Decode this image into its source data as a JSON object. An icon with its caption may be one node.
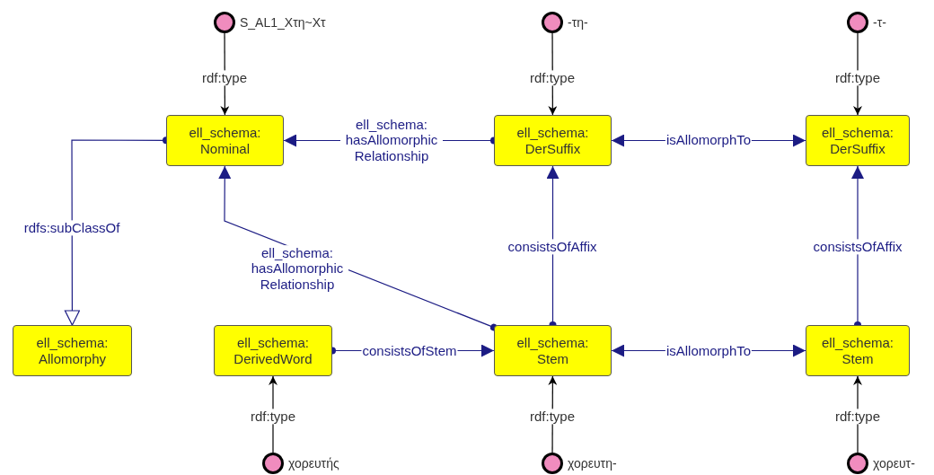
{
  "diagram": {
    "nodes": [
      {
        "text": [],
        "shape": "circle",
        "beside": [
          "S_AL1_Χτη~Χτ"
        ]
      },
      {
        "text": [],
        "shape": "circle",
        "beside": [
          "-τη-"
        ]
      },
      {
        "text": [],
        "shape": "circle",
        "beside": [
          "-τ-"
        ]
      },
      {
        "text": [
          "ell_schema: Nominal"
        ]
      },
      {
        "text": [
          "ell_schema: DerSuffix"
        ]
      },
      {
        "text": [
          "ell_schema: DerSuffix"
        ]
      },
      {
        "text": [
          "ell_schema: Allomorphy"
        ]
      },
      {
        "text": [
          "ell_schema: DerivedWord"
        ]
      },
      {
        "text": [
          "ell_schema: Stem"
        ]
      },
      {
        "text": [
          "ell_schema: Stem"
        ]
      },
      {
        "text": [],
        "shape": "circle",
        "beside": [
          "χορευτής"
        ]
      },
      {
        "text": [],
        "shape": "circle",
        "beside": [
          "χορευτη-"
        ]
      },
      {
        "text": [],
        "shape": "circle",
        "beside": [
          "χορευτ-"
        ]
      }
    ],
    "edges": [
      {
        "from": 0,
        "to": 3,
        "arrow": "to",
        "label": "rdf:type",
        "color": "#000000"
      },
      {
        "from": 1,
        "to": 4,
        "arrow": "to",
        "label": "rdf:type",
        "color": "#000000"
      },
      {
        "from": 2,
        "to": 5,
        "arrow": "to",
        "label": "rdf:type",
        "color": "#000000"
      },
      {
        "from": 4,
        "to": 3,
        "arrow": "to",
        "label": "ell_schema: hasAllomorphic Relationship"
      },
      {
        "from": 4,
        "to": 5,
        "arrow": "both",
        "label": "isAllomorphTo"
      },
      {
        "from": 3,
        "to": 6,
        "arrow": "to",
        "label": "rdfs:subClassOf"
      },
      {
        "from": 8,
        "to": 3,
        "arrow": "to",
        "label": "ell_schema: hasAllomorphic Relationship"
      },
      {
        "from": 8,
        "to": 4,
        "arrow": "to",
        "label": "consistsOfAffix"
      },
      {
        "from": 9,
        "to": 5,
        "arrow": "to",
        "label": "consistsOfAffix"
      },
      {
        "from": 7,
        "to": 8,
        "arrow": "to",
        "label": "consistsOfStem"
      },
      {
        "from": 8,
        "to": 9,
        "arrow": "both",
        "label": "isAllomorphTo"
      },
      {
        "from": 10,
        "to": 7,
        "arrow": "to",
        "label": "rdf:type",
        "color": "#000000"
      },
      {
        "from": 11,
        "to": 8,
        "arrow": "to",
        "label": "rdf:type",
        "color": "#000000"
      },
      {
        "from": 12,
        "to": 9,
        "arrow": "to",
        "label": "rdf:type",
        "color": "#000000"
      }
    ]
  }
}
